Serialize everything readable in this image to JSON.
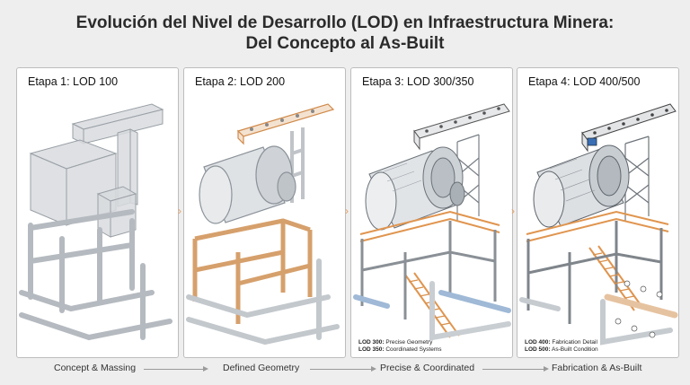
{
  "title": {
    "line1": "Evolución del Nivel de Desarrollo (LOD) en Infraestructura Minera:",
    "line2": "Del Concepto al As-Built"
  },
  "stages": [
    {
      "label": "Etapa 1: LOD 100",
      "caption": "Concept & Massing"
    },
    {
      "label": "Etapa 2: LOD 200",
      "caption": "Defined Geometry"
    },
    {
      "label": "Etapa 3: LOD 300/350",
      "caption": "Precise & Coordinated",
      "notes": [
        {
          "key": "LOD 300:",
          "text": "Precise Geometry"
        },
        {
          "key": "LOD 350:",
          "text": "Coordinated Systems"
        }
      ]
    },
    {
      "label": "Etapa 4: LOD 400/500",
      "caption": "Fabrication & As-Built",
      "notes": [
        {
          "key": "LOD 400:",
          "text": "Fabrication Detail"
        },
        {
          "key": "LOD 500:",
          "text": "As-Built Condition"
        }
      ]
    }
  ],
  "arrow_glyph": "›",
  "colors": {
    "accent": "#e8a060",
    "steel": "#b8bfc6",
    "massing": "#d6d9dc",
    "blue_pipe": "#7aa0c8",
    "motor_blue": "#3b6fb5"
  }
}
